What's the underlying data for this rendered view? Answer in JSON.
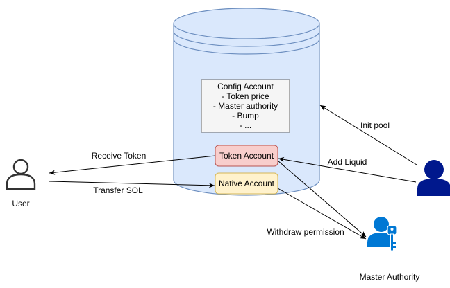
{
  "colors": {
    "cylinder_fill": "#dae8fc",
    "cylinder_stroke": "#6c8ebf",
    "config_fill": "#f5f5f5",
    "config_stroke": "#666666",
    "token_fill": "#f8cecc",
    "token_stroke": "#b85450",
    "native_fill": "#fff2cc",
    "native_stroke": "#d6b656",
    "user_icon": "#333333",
    "authority_icon": "#00188d",
    "master_icon": "#0078d4"
  },
  "icons": {
    "user": "user-icon",
    "pool_authority": "person-icon",
    "master_authority": "person-key-icon"
  },
  "config_account": {
    "lines": [
      "Config Account",
      "- Token price",
      "- Master authority",
      "- Bump",
      "- ..."
    ]
  },
  "token_account": {
    "label": "Token Account"
  },
  "native_account": {
    "label": "Native Account"
  },
  "user": {
    "label": "User"
  },
  "master_authority": {
    "label": "Master Authority"
  },
  "edges": {
    "receive_token": "Receive Token",
    "transfer_sol": "Transfer SOL",
    "init_pool": "Init pool",
    "add_liquid": "Add Liquid",
    "withdraw_permission": "Withdraw permission"
  }
}
